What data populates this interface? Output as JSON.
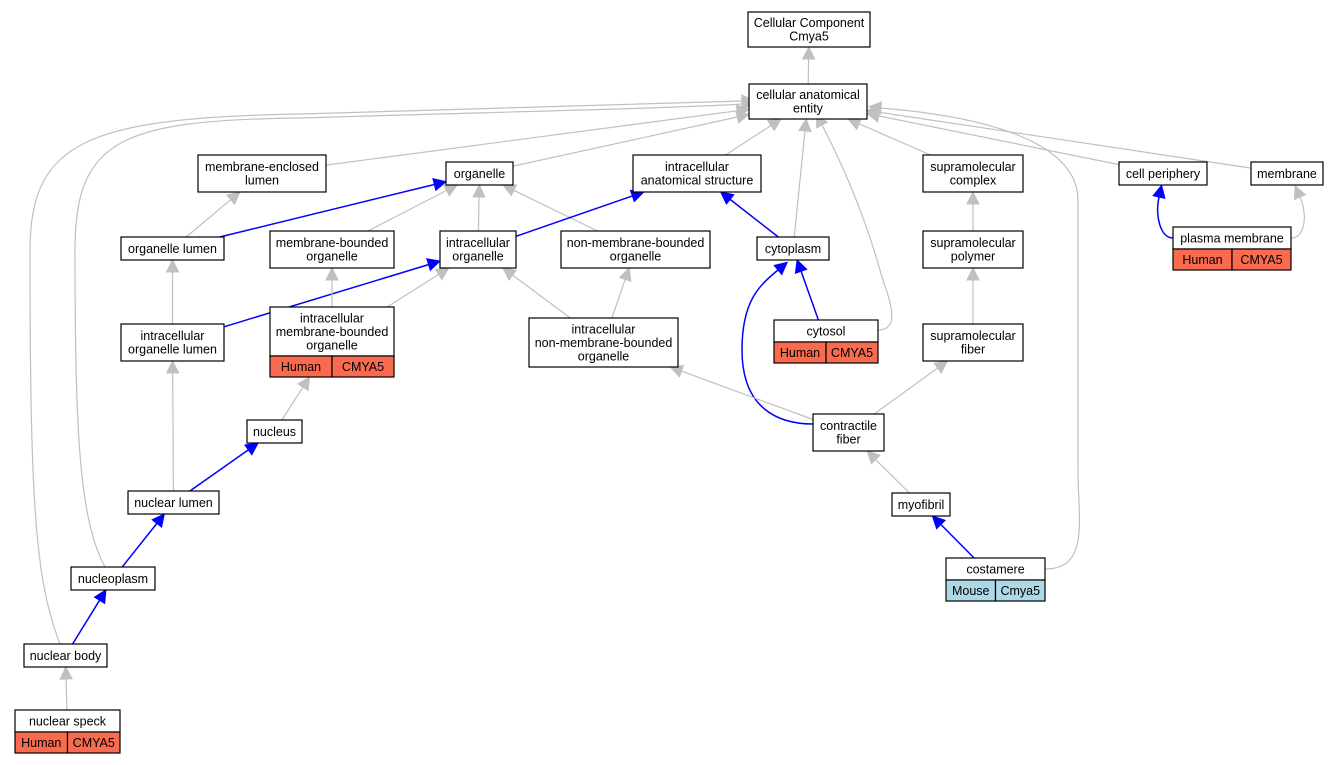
{
  "nodes": [
    {
      "id": "cc",
      "lines": [
        "Cellular Component",
        "Cmya5"
      ]
    },
    {
      "id": "cae",
      "lines": [
        "cellular anatomical",
        "entity"
      ]
    },
    {
      "id": "mel",
      "lines": [
        "membrane-enclosed",
        "lumen"
      ]
    },
    {
      "id": "org",
      "lines": [
        "organelle"
      ]
    },
    {
      "id": "ias",
      "lines": [
        "intracellular",
        "anatomical structure"
      ]
    },
    {
      "id": "smc",
      "lines": [
        "supramolecular",
        "complex"
      ]
    },
    {
      "id": "cp",
      "lines": [
        "cell periphery"
      ]
    },
    {
      "id": "mem",
      "lines": [
        "membrane"
      ]
    },
    {
      "id": "ol",
      "lines": [
        "organelle lumen"
      ]
    },
    {
      "id": "mbo",
      "lines": [
        "membrane-bounded",
        "organelle"
      ]
    },
    {
      "id": "io",
      "lines": [
        "intracellular",
        "organelle"
      ]
    },
    {
      "id": "nmbo",
      "lines": [
        "non-membrane-bounded",
        "organelle"
      ]
    },
    {
      "id": "cyto",
      "lines": [
        "cytoplasm"
      ]
    },
    {
      "id": "smp",
      "lines": [
        "supramolecular",
        "polymer"
      ]
    },
    {
      "id": "pm",
      "lines": [
        "plasma membrane"
      ],
      "tags": [
        "Human",
        "CMYA5"
      ]
    },
    {
      "id": "iol",
      "lines": [
        "intracellular",
        "organelle lumen"
      ]
    },
    {
      "id": "imbo",
      "lines": [
        "intracellular",
        "membrane-bounded",
        "organelle"
      ],
      "tags": [
        "Human",
        "CMYA5"
      ]
    },
    {
      "id": "inmbo",
      "lines": [
        "intracellular",
        "non-membrane-bounded",
        "organelle"
      ]
    },
    {
      "id": "cytosol",
      "lines": [
        "cytosol"
      ],
      "tags": [
        "Human",
        "CMYA5"
      ]
    },
    {
      "id": "smf",
      "lines": [
        "supramolecular",
        "fiber"
      ]
    },
    {
      "id": "nuc",
      "lines": [
        "nucleus"
      ]
    },
    {
      "id": "cf",
      "lines": [
        "contractile",
        "fiber"
      ]
    },
    {
      "id": "nl",
      "lines": [
        "nuclear lumen"
      ]
    },
    {
      "id": "myo",
      "lines": [
        "myofibril"
      ]
    },
    {
      "id": "np",
      "lines": [
        "nucleoplasm"
      ]
    },
    {
      "id": "cost",
      "lines": [
        "costamere"
      ],
      "tags": [
        "Mouse",
        "Cmya5"
      ]
    },
    {
      "id": "nb",
      "lines": [
        "nuclear body"
      ]
    },
    {
      "id": "ns",
      "lines": [
        "nuclear speck"
      ],
      "tags": [
        "Human",
        "CMYA5"
      ]
    }
  ],
  "edges": [
    {
      "from": "cae",
      "to": "cc",
      "type": "gray"
    },
    {
      "from": "mel",
      "to": "cae",
      "type": "gray"
    },
    {
      "from": "org",
      "to": "cae",
      "type": "gray"
    },
    {
      "from": "ias",
      "to": "cae",
      "type": "gray"
    },
    {
      "from": "cyto",
      "to": "cae",
      "type": "gray"
    },
    {
      "from": "cytosol",
      "to": "cae",
      "type": "gray"
    },
    {
      "from": "smc",
      "to": "cae",
      "type": "gray"
    },
    {
      "from": "cp",
      "to": "cae",
      "type": "gray"
    },
    {
      "from": "mem",
      "to": "cae",
      "type": "gray"
    },
    {
      "from": "cost",
      "to": "cae",
      "type": "gray"
    },
    {
      "from": "np",
      "to": "cae",
      "type": "gray"
    },
    {
      "from": "nb",
      "to": "cae",
      "type": "gray"
    },
    {
      "from": "ol",
      "to": "mel",
      "type": "gray"
    },
    {
      "from": "ol",
      "to": "org",
      "type": "blue"
    },
    {
      "from": "mbo",
      "to": "org",
      "type": "gray"
    },
    {
      "from": "io",
      "to": "org",
      "type": "gray"
    },
    {
      "from": "nmbo",
      "to": "org",
      "type": "gray"
    },
    {
      "from": "io",
      "to": "ias",
      "type": "blue"
    },
    {
      "from": "cyto",
      "to": "ias",
      "type": "blue"
    },
    {
      "from": "smp",
      "to": "smc",
      "type": "gray"
    },
    {
      "from": "pm",
      "to": "cp",
      "type": "blue"
    },
    {
      "from": "pm",
      "to": "mem",
      "type": "gray"
    },
    {
      "from": "iol",
      "to": "ol",
      "type": "gray"
    },
    {
      "from": "iol",
      "to": "io",
      "type": "blue"
    },
    {
      "from": "imbo",
      "to": "mbo",
      "type": "gray"
    },
    {
      "from": "imbo",
      "to": "io",
      "type": "gray"
    },
    {
      "from": "inmbo",
      "to": "io",
      "type": "gray"
    },
    {
      "from": "inmbo",
      "to": "nmbo",
      "type": "gray"
    },
    {
      "from": "cytosol",
      "to": "cyto",
      "type": "blue"
    },
    {
      "from": "cf",
      "to": "cyto",
      "type": "blue"
    },
    {
      "from": "smf",
      "to": "smp",
      "type": "gray"
    },
    {
      "from": "nuc",
      "to": "imbo",
      "type": "gray"
    },
    {
      "from": "nl",
      "to": "iol",
      "type": "gray"
    },
    {
      "from": "nl",
      "to": "nuc",
      "type": "blue"
    },
    {
      "from": "cf",
      "to": "inmbo",
      "type": "gray"
    },
    {
      "from": "cf",
      "to": "smf",
      "type": "gray"
    },
    {
      "from": "myo",
      "to": "cf",
      "type": "gray"
    },
    {
      "from": "cost",
      "to": "myo",
      "type": "blue"
    },
    {
      "from": "np",
      "to": "nl",
      "type": "blue"
    },
    {
      "from": "nb",
      "to": "np",
      "type": "blue"
    },
    {
      "from": "ns",
      "to": "nb",
      "type": "gray"
    }
  ],
  "colors": {
    "human_cell": "#fa6a4e",
    "mouse_cell": "#add8e6",
    "gray_edge": "#c0c0c0",
    "blue_edge": "#0000ff"
  }
}
